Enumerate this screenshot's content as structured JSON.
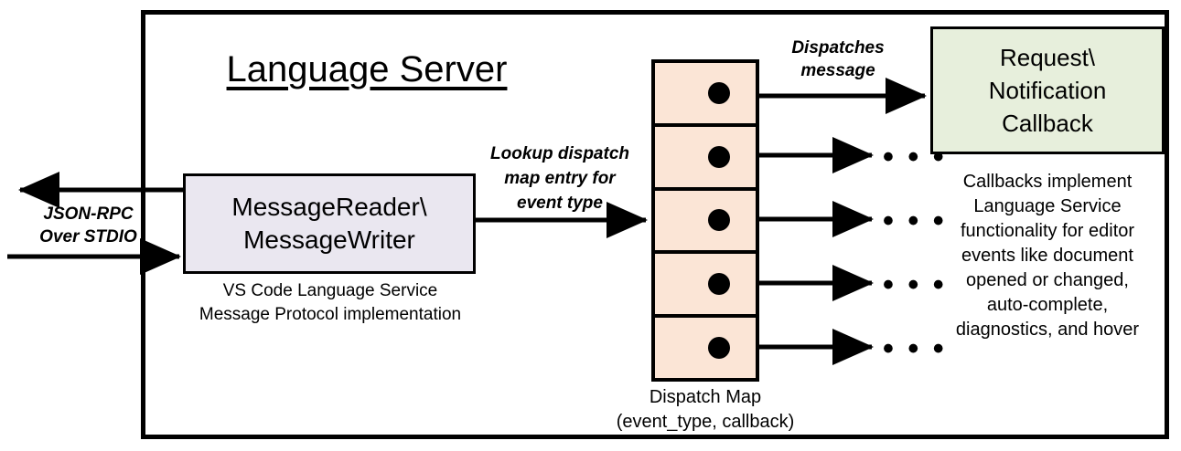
{
  "diagram": {
    "title": "Language Server",
    "colors": {
      "reader_writer_fill": "#eae7f0",
      "dispatch_map_fill": "#fbe5d6",
      "callback_fill": "#e7efdc",
      "stroke": "#000000",
      "background": "#ffffff"
    },
    "external_channel": {
      "label_line1": "JSON-RPC",
      "label_line2": "Over STDIO",
      "outbound_arrow": "arrow-left-out",
      "inbound_arrow": "arrow-right-in"
    },
    "reader_writer": {
      "title_line1": "MessageReader\\",
      "title_line2": "MessageWriter",
      "caption_line1": "VS Code Language Service",
      "caption_line2": "Message Protocol implementation"
    },
    "lookup_edge": {
      "label_line1": "Lookup dispatch",
      "label_line2": "map entry for",
      "label_line3": "event type"
    },
    "dispatch_map": {
      "caption_line1": "Dispatch Map",
      "caption_line2": "(event_type, callback)",
      "row_count": 5,
      "rows": [
        {
          "dot": "callback-dot",
          "outgoing": "dispatch-arrow-1",
          "target": "callback-box"
        },
        {
          "dot": "callback-dot",
          "outgoing": "dispatch-arrow-2",
          "target": "ellipsis"
        },
        {
          "dot": "callback-dot",
          "outgoing": "dispatch-arrow-3",
          "target": "ellipsis"
        },
        {
          "dot": "callback-dot",
          "outgoing": "dispatch-arrow-4",
          "target": "ellipsis"
        },
        {
          "dot": "callback-dot",
          "outgoing": "dispatch-arrow-5",
          "target": "ellipsis"
        }
      ]
    },
    "dispatch_edge": {
      "label_line1": "Dispatches",
      "label_line2": "message"
    },
    "callback": {
      "title_line1": "Request\\",
      "title_line2": "Notification",
      "title_line3": "Callback",
      "caption_line1": "Callbacks implement",
      "caption_line2": "Language Service",
      "caption_line3": "functionality for editor",
      "caption_line4": "events like document",
      "caption_line5": "opened or changed,",
      "caption_line6": "auto-complete,",
      "caption_line7": "diagnostics, and hover"
    },
    "ellipsis": {
      "glyph": "• • •",
      "count": 4
    }
  }
}
